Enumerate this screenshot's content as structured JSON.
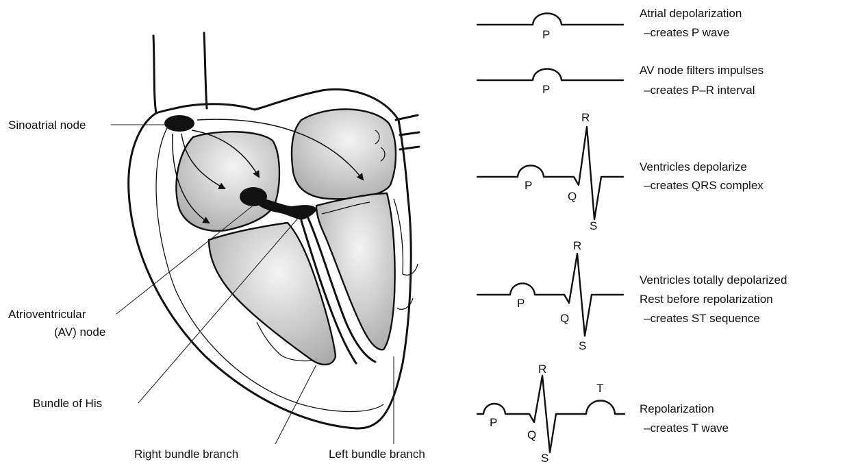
{
  "heart_labels": {
    "sa_node": "Sinoatrial node",
    "av_node_line1": "Atrioventricular",
    "av_node_line2": "(AV) node",
    "bundle_his": "Bundle of His",
    "right_branch": "Right bundle branch",
    "left_branch": "Left bundle branch"
  },
  "stages": [
    {
      "lines": [
        "Atrial depolarization",
        "–creates P wave"
      ],
      "wave_labels": [
        "P"
      ]
    },
    {
      "lines": [
        "AV node filters impulses",
        "–creates P–R interval"
      ],
      "wave_labels": [
        "P"
      ]
    },
    {
      "lines": [
        "Ventricles depolarize",
        "–creates QRS complex"
      ],
      "wave_labels": [
        "P",
        "Q",
        "R",
        "S"
      ]
    },
    {
      "lines": [
        "Ventricles totally depolarized",
        "Rest before repolarization",
        "–creates ST sequence"
      ],
      "wave_labels": [
        "P",
        "Q",
        "R",
        "S"
      ]
    },
    {
      "lines": [
        "Repolarization",
        "–creates T wave"
      ],
      "wave_labels": [
        "P",
        "Q",
        "R",
        "S",
        "T"
      ]
    }
  ]
}
